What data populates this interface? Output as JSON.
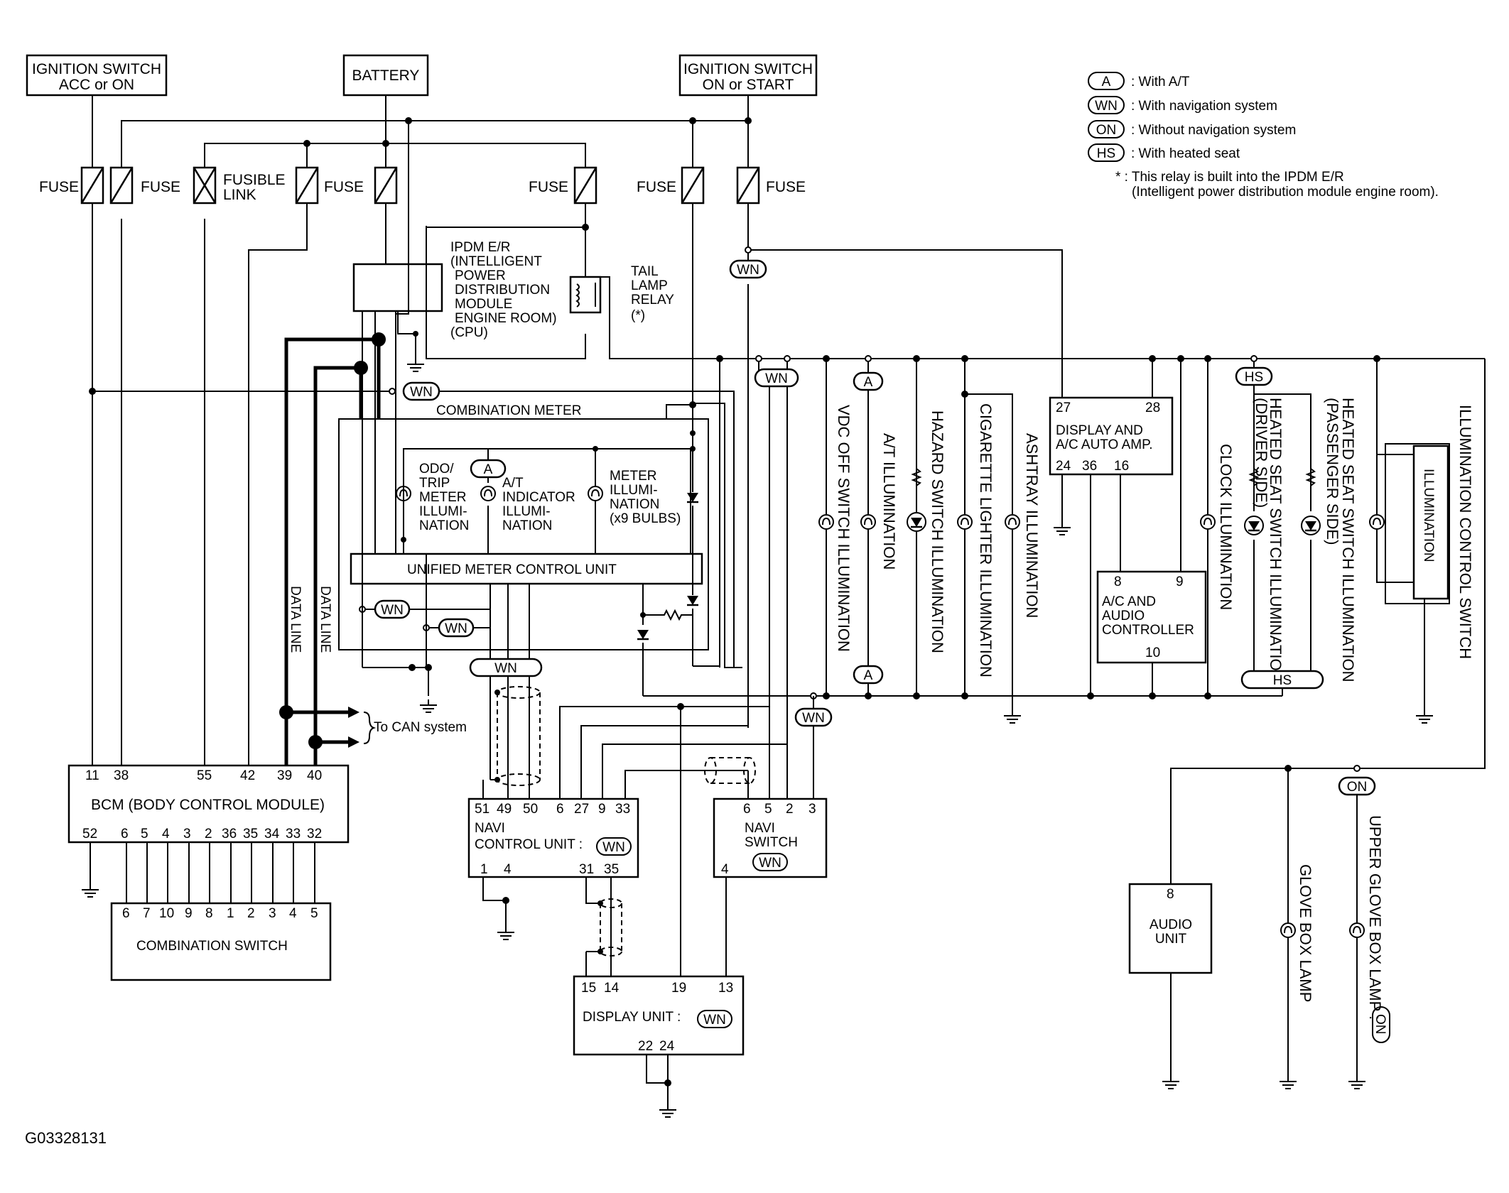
{
  "diagram_id": "G03328131",
  "sources": {
    "ign_acc": [
      "IGNITION SWITCH",
      "ACC or ON"
    ],
    "battery": "BATTERY",
    "ign_on": [
      "IGNITION SWITCH",
      "ON or START"
    ]
  },
  "fuse_label": "FUSE",
  "fusible_link": [
    "FUSIBLE",
    "LINK"
  ],
  "legend": {
    "a": {
      "tag": "A",
      "text": ": With A/T"
    },
    "wn": {
      "tag": "WN",
      "text": ": With navigation system"
    },
    "on": {
      "tag": "ON",
      "text": ": Without navigation system"
    },
    "hs": {
      "tag": "HS",
      "text": ": With heated seat"
    },
    "note1": "* : This relay is built into the IPDM E/R",
    "note2": "(Intelligent power distribution module engine room)."
  },
  "ipdm": [
    "IPDM E/R",
    "(INTELLIGENT",
    "POWER",
    "DISTRIBUTION",
    "MODULE",
    "ENGINE ROOM)",
    "(CPU)"
  ],
  "tail_relay": [
    "TAIL",
    "LAMP",
    "RELAY",
    "(*)"
  ],
  "tags": {
    "wn": "WN",
    "a": "A",
    "hs": "HS",
    "on": "ON"
  },
  "meter": {
    "title": "COMBINATION METER",
    "odo": [
      "ODO/",
      "TRIP",
      "METER",
      "ILLUMI-",
      "NATION"
    ],
    "at": [
      "A/T",
      "INDICATOR",
      "ILLUMI-",
      "NATION"
    ],
    "meter_illum": [
      "METER",
      "ILLUMI-",
      "NATION",
      "(x9 BULBS)"
    ],
    "umcu": "UNIFIED METER CONTROL UNIT"
  },
  "data_line": "DATA LINE",
  "can": "To CAN system",
  "bcm": {
    "title": "BCM (BODY CONTROL MODULE)",
    "top_pins": [
      "11",
      "38",
      "55",
      "42",
      "39",
      "40"
    ],
    "bottom_pins": [
      "52",
      "6",
      "5",
      "4",
      "3",
      "2",
      "36",
      "35",
      "34",
      "33",
      "32"
    ]
  },
  "combo_switch": {
    "title": "COMBINATION SWITCH",
    "pins": [
      "6",
      "7",
      "10",
      "9",
      "8",
      "1",
      "2",
      "3",
      "4",
      "5"
    ]
  },
  "navi_cu": {
    "title1": "NAVI",
    "title2": "CONTROL UNIT :",
    "top_pins": [
      "51",
      "49",
      "50",
      "6",
      "27",
      "9",
      "33"
    ],
    "bottom_pins": [
      "1",
      "4",
      "31",
      "35"
    ]
  },
  "navi_sw": {
    "title1": "NAVI",
    "title2": "SWITCH",
    "top_pins": [
      "6",
      "5",
      "2",
      "3"
    ],
    "bottom_pin": "4"
  },
  "display_unit": {
    "title": "DISPLAY UNIT :",
    "top_pins": [
      "15",
      "14",
      "19",
      "13"
    ],
    "bottom_pins": [
      "22",
      "24"
    ]
  },
  "disp_amp": {
    "title1": "DISPLAY AND",
    "title2": "A/C AUTO AMP.",
    "top_pins": [
      "27",
      "28"
    ],
    "mid_pins": [
      "24",
      "36",
      "16"
    ]
  },
  "ac_ctrl": {
    "title": [
      "A/C AND",
      "AUDIO",
      "CONTROLLER"
    ],
    "top_pins": [
      "8",
      "9"
    ],
    "bottom_pin": "10"
  },
  "audio_unit": {
    "title": [
      "AUDIO",
      "UNIT"
    ],
    "pin": "8"
  },
  "vertical_labels": {
    "vdc": "VDC OFF SWITCH ILLUMINATION",
    "at": "A/T ILLUMINATION",
    "hazard": "HAZARD SWITCH ILLUMINATION",
    "cig": "CIGARETTE LIGHTER ILLUMINATION",
    "ash": "ASHTRAY ILLUMINATION",
    "clock": "CLOCK ILLUMINATION",
    "hsd": [
      "HEATED SEAT SWITCH ILLUMINATION",
      "(DRIVER SIDE)"
    ],
    "hsp": [
      "HEATED SEAT SWITCH ILLUMINATION",
      "(PASSENGER SIDE)"
    ],
    "illum_box": "ILLUMINATION",
    "illum_sw": "ILLUMINATION CONTROL SWITCH",
    "glove": "GLOVE BOX LAMP",
    "upper_glove": "UPPER GLOVE BOX LAMP :"
  }
}
